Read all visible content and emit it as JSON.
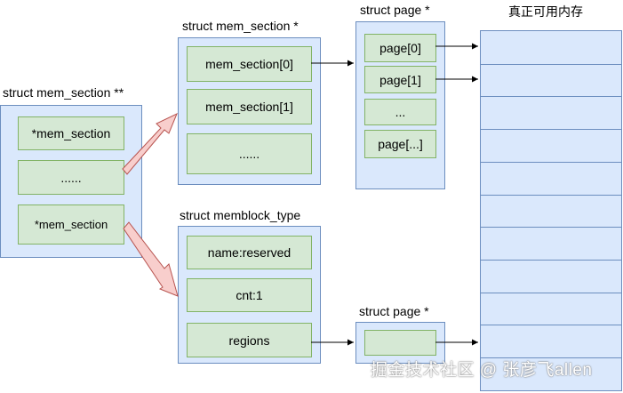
{
  "labels": {
    "pp_section": "struct mem_section **",
    "p_section": "struct mem_section *",
    "page_top": "struct page *",
    "memblock": "struct memblock_type",
    "page_bottom": "struct page *",
    "physical_memory": "真正可用内存"
  },
  "pp_section_cells": [
    "*mem_section",
    "......",
    "*mem_section"
  ],
  "p_section_cells": [
    "mem_section[0]",
    "mem_section[1]",
    "......"
  ],
  "page_cells": [
    "page[0]",
    "page[1]",
    "...",
    "page[...]"
  ],
  "memblock_cells": [
    "name:reserved",
    "cnt:1",
    "regions"
  ],
  "page_bottom_cell": "",
  "memory_rows": 11,
  "watermark": "掘金技术社区 @ 张彦飞allen",
  "colors": {
    "panel_fill": "#dae8fc",
    "panel_stroke": "#6c8ebf",
    "cell_fill": "#d5e8d4",
    "cell_stroke": "#82b366",
    "big_arrow_fill": "#f8cecc",
    "big_arrow_stroke": "#b85450"
  }
}
